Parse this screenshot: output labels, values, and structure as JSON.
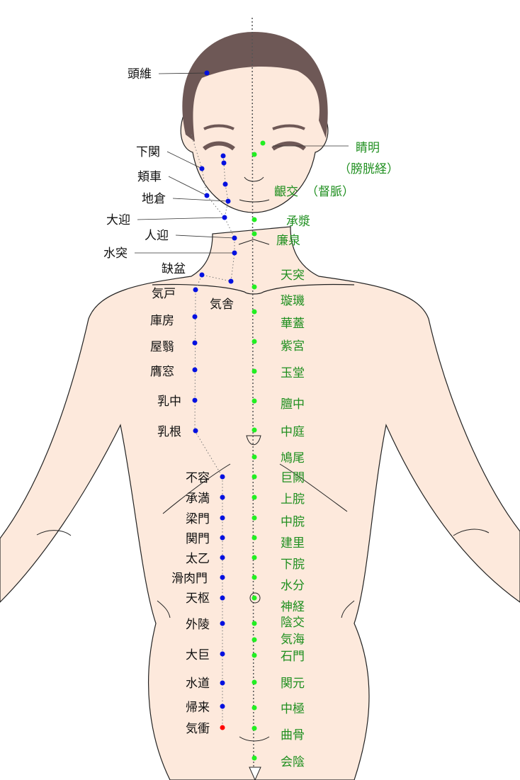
{
  "colors": {
    "skin": "#fde9dc",
    "hair": "#6e5856",
    "outline": "#222222",
    "stomach_point": "#0010e0",
    "conception_point": "#22ee22",
    "conception_text": "#1f8f1f",
    "special_point": "#ff0000"
  },
  "stomach_meridian": {
    "labels": [
      "頭維",
      "下関",
      "頬車",
      "地倉",
      "大迎",
      "人迎",
      "水突",
      "缺盆",
      "気舎",
      "気戸",
      "庫房",
      "屋翳",
      "膺窓",
      "乳中",
      "乳根",
      "不容",
      "承満",
      "梁門",
      "関門",
      "太乙",
      "滑肉門",
      "天枢",
      "外陵",
      "大巨",
      "水道",
      "帰来",
      "気衝"
    ]
  },
  "conception_vessel": {
    "labels": [
      "承漿",
      "廉泉",
      "天突",
      "璇璣",
      "華蓋",
      "紫宮",
      "玉堂",
      "膻中",
      "中庭",
      "鳩尾",
      "巨闕",
      "上脘",
      "中脘",
      "建里",
      "下脘",
      "水分",
      "神経",
      "陰交",
      "気海",
      "石門",
      "関元",
      "中極",
      "曲骨",
      "会陰"
    ]
  },
  "other_points": {
    "jingming": "睛明",
    "jingming_meridian": "（膀胱経）",
    "yinjiao": "齦交",
    "yinjiao_meridian": "（督脈）"
  }
}
